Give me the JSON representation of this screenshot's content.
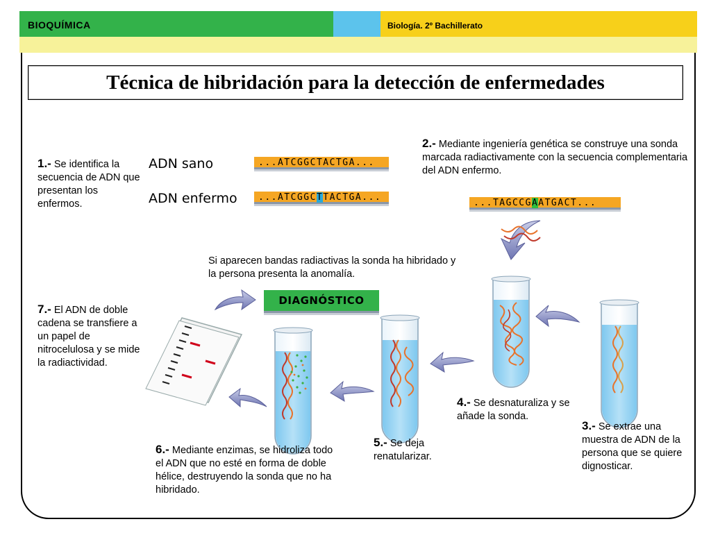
{
  "header": {
    "left_title": "BIOQUÍMICA",
    "right_title": "Biología. 2º Bachillerato"
  },
  "page_title": "Técnica de hibridación para la detección de enfermedades",
  "labels": {
    "healthy_dna": "ADN sano",
    "sick_dna": "ADN enfermo",
    "diagnosis": "DIAGNÓSTICO"
  },
  "sequences": {
    "healthy": "...ATCGGCTACTGA...",
    "sick_pre": "...ATCGGC",
    "sick_mut": "T",
    "sick_post": "TACTGA...",
    "probe_pre": "...TAGCCG",
    "probe_mut": "A",
    "probe_post": "ATGACT..."
  },
  "steps": [
    {
      "num": "1.-",
      "text": " Se identifica la secuencia de ADN que presentan los enfermos."
    },
    {
      "num": "2.-",
      "text": " Mediante ingeniería genética se construye una sonda marcada radiactivamente con la secuencia complementaria del ADN enfermo."
    },
    {
      "num": "3.-",
      "text": " Se extrae una muestra de ADN de la persona que se quiere dignosticar."
    },
    {
      "num": "4.-",
      "text": " Se desnaturaliza y se añade la sonda."
    },
    {
      "num": "5.-",
      "text": " Se deja renatularizar."
    },
    {
      "num": "6.-",
      "text": " Mediante enzimas, se hidroliza todo el ADN que no esté en forma de doble hélice, destruyendo la sonda que no ha hibridado."
    },
    {
      "num": "7.-",
      "text": " El ADN de doble cadena se transfiere a un papel de nitrocelulosa y se mide la radiactividad."
    }
  ],
  "note": "Si aparecen bandas radiactivas la sonda ha hibridado y la persona presenta la anomalía.",
  "colors": {
    "green": "#33b24a",
    "blue": "#5cc3ec",
    "yellow": "#f7d01a",
    "sequence_orange": "#f5a623",
    "radioactive_red": "#d0021b"
  }
}
